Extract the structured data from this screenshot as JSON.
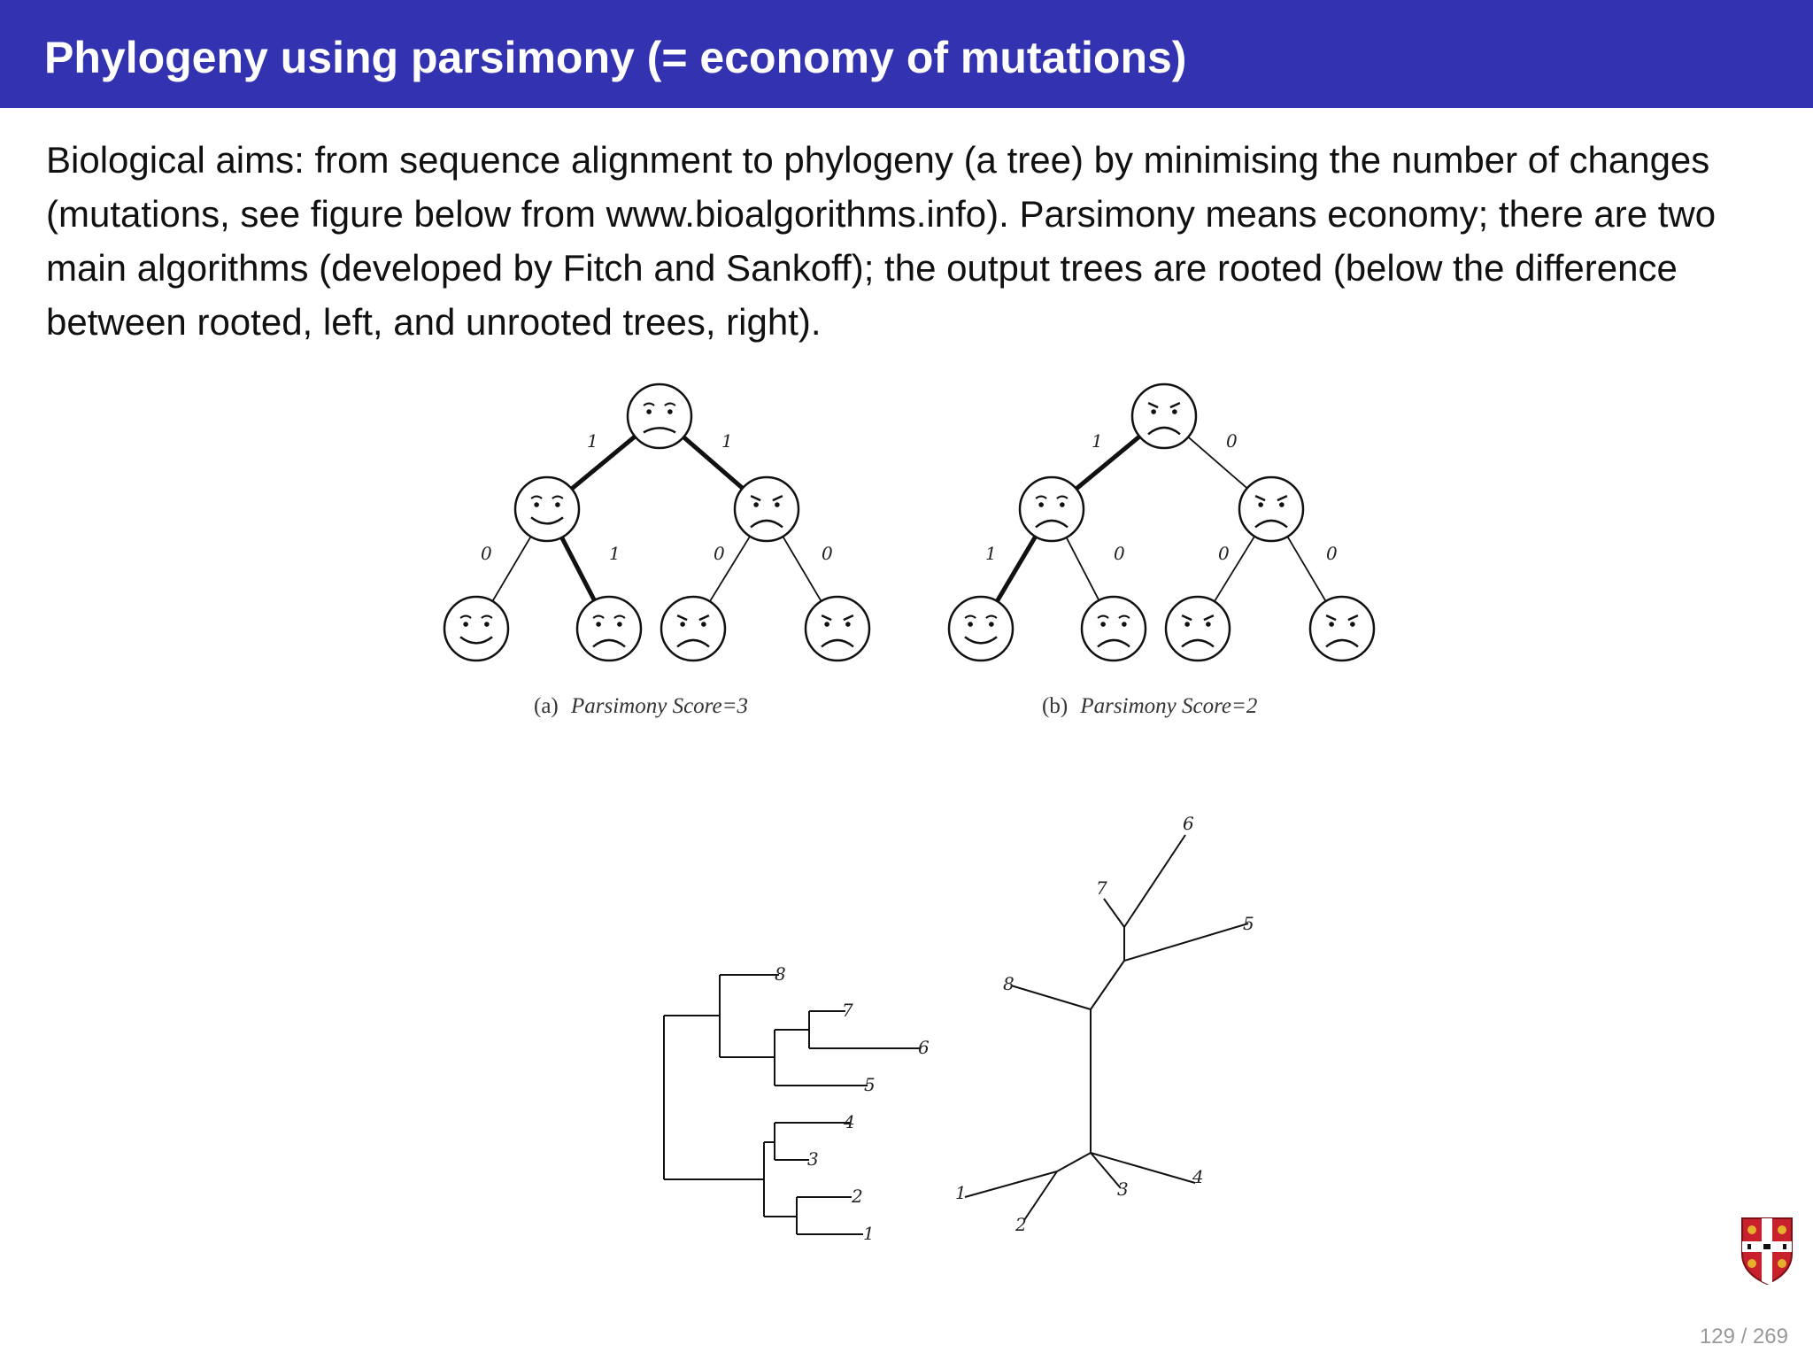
{
  "title": "Phylogeny using parsimony (= economy of mutations)",
  "body_text": "Biological aims: from sequence alignment to phylogeny (a tree) by minimising the number of changes (mutations, see figure below from www.bioalgorithms.info). Parsimony means economy; there are two main algorithms (developed by Fitch and Sankoff); the output trees are rooted (below the difference between rooted, left, and unrooted trees, right).",
  "parsimony_figure": {
    "tree_a": {
      "caption_prefix": "(a)",
      "caption_text": "Parsimony Score=3",
      "edge_weights": [
        "1",
        "1",
        "0",
        "1",
        "0",
        "0"
      ],
      "nodes": [
        "neutral",
        "happy",
        "angry",
        "happy",
        "sad",
        "angry",
        "angry"
      ]
    },
    "tree_b": {
      "caption_prefix": "(b)",
      "caption_text": "Parsimony Score=2",
      "edge_weights": [
        "1",
        "0",
        "1",
        "0",
        "0",
        "0"
      ],
      "nodes": [
        "angry",
        "sad",
        "angry",
        "happy",
        "sad",
        "angry",
        "angry"
      ]
    }
  },
  "rooted_tree": {
    "leaf_labels": [
      "8",
      "7",
      "6",
      "5",
      "4",
      "3",
      "2",
      "1"
    ]
  },
  "unrooted_tree": {
    "leaf_labels": [
      "6",
      "7",
      "5",
      "8",
      "1",
      "2",
      "3",
      "4"
    ]
  },
  "page_number": "129 / 269",
  "logo": "university-of-cambridge-crest-icon"
}
